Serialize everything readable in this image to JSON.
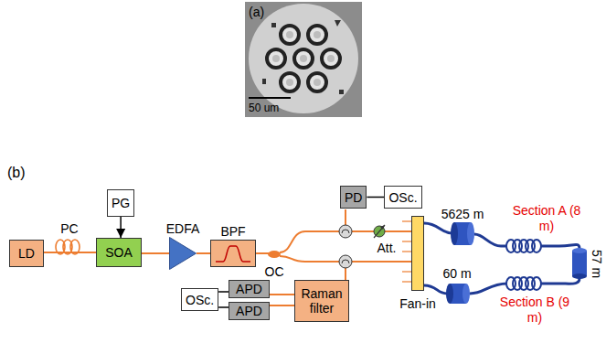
{
  "diagram": {
    "nodes": [
      {
        "text": [
          "LD"
        ]
      },
      {
        "text": [
          "SOA"
        ]
      },
      {
        "text": [
          "PG"
        ]
      },
      {
        "text": [
          "EDFA"
        ]
      },
      {
        "text": [
          "BPF"
        ]
      },
      {
        "text": [
          "PD"
        ]
      },
      {
        "text": [
          "OSc."
        ]
      },
      {
        "text": [
          "Raman filter"
        ]
      },
      {
        "text": [
          "APD"
        ]
      },
      {
        "text": [
          "APD"
        ]
      },
      {
        "text": [
          "OSc."
        ]
      },
      {
        "text": [
          "Fan-in"
        ]
      }
    ],
    "edges": [
      {
        "from": 2,
        "to": 1,
        "arrow": "to"
      },
      {
        "from": 0,
        "to": 1,
        "arrow": "none"
      },
      {
        "from": 1,
        "to": 3,
        "arrow": "none"
      },
      {
        "from": 3,
        "to": 4,
        "arrow": "none"
      },
      {
        "from": 5,
        "to": 6,
        "arrow": "none"
      },
      {
        "from": 10,
        "to": 8,
        "arrow": "none"
      },
      {
        "from": 10,
        "to": 9,
        "arrow": "none"
      },
      {
        "from": 8,
        "to": 7,
        "arrow": "none"
      },
      {
        "from": 9,
        "to": 7,
        "arrow": "none"
      }
    ],
    "labels": [
      "(a)",
      "50 um",
      "(b)",
      "PC",
      "OC",
      "Att.",
      "5625 m",
      "Section A (8 m)",
      "57 m",
      "60 m",
      "Section B (9 m)"
    ]
  }
}
